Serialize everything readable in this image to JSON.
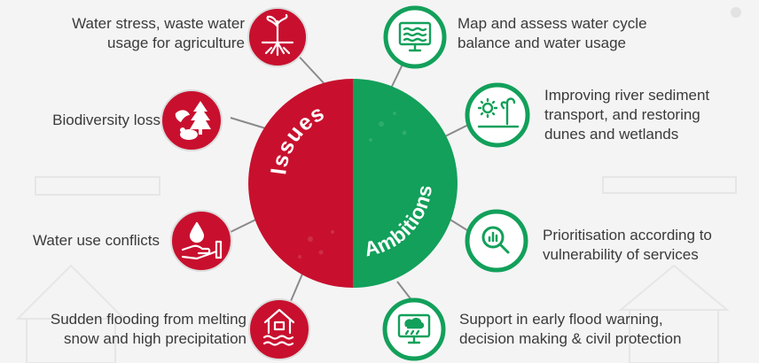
{
  "colors": {
    "issues": "#c8102e",
    "ambitions": "#12a05a",
    "text": "#3a3a3a",
    "background": "#f4f4f4"
  },
  "center": {
    "issues_label": "Issues",
    "ambitions_label": "Ambitions"
  },
  "issues": [
    {
      "icon": "plant-roots-icon",
      "text": "Water stress, waste water\nusage for agriculture"
    },
    {
      "icon": "wildlife-icon",
      "text": "Biodiversity loss"
    },
    {
      "icon": "hand-water-drop-icon",
      "text": "Water use conflicts"
    },
    {
      "icon": "flooded-house-icon",
      "text": "Sudden flooding from melting\nsnow and high precipitation"
    }
  ],
  "ambitions": [
    {
      "icon": "monitor-water-icon",
      "text": "Map and assess water cycle\nbalance and water usage"
    },
    {
      "icon": "sediment-plant-icon",
      "text": "Improving river sediment\ntransport, and restoring\ndunes and wetlands"
    },
    {
      "icon": "magnifier-chart-icon",
      "text": "Prioritisation according to\nvulnerability of services"
    },
    {
      "icon": "monitor-storm-icon",
      "text": "Support in early flood warning,\ndecision making & civil protection"
    }
  ]
}
